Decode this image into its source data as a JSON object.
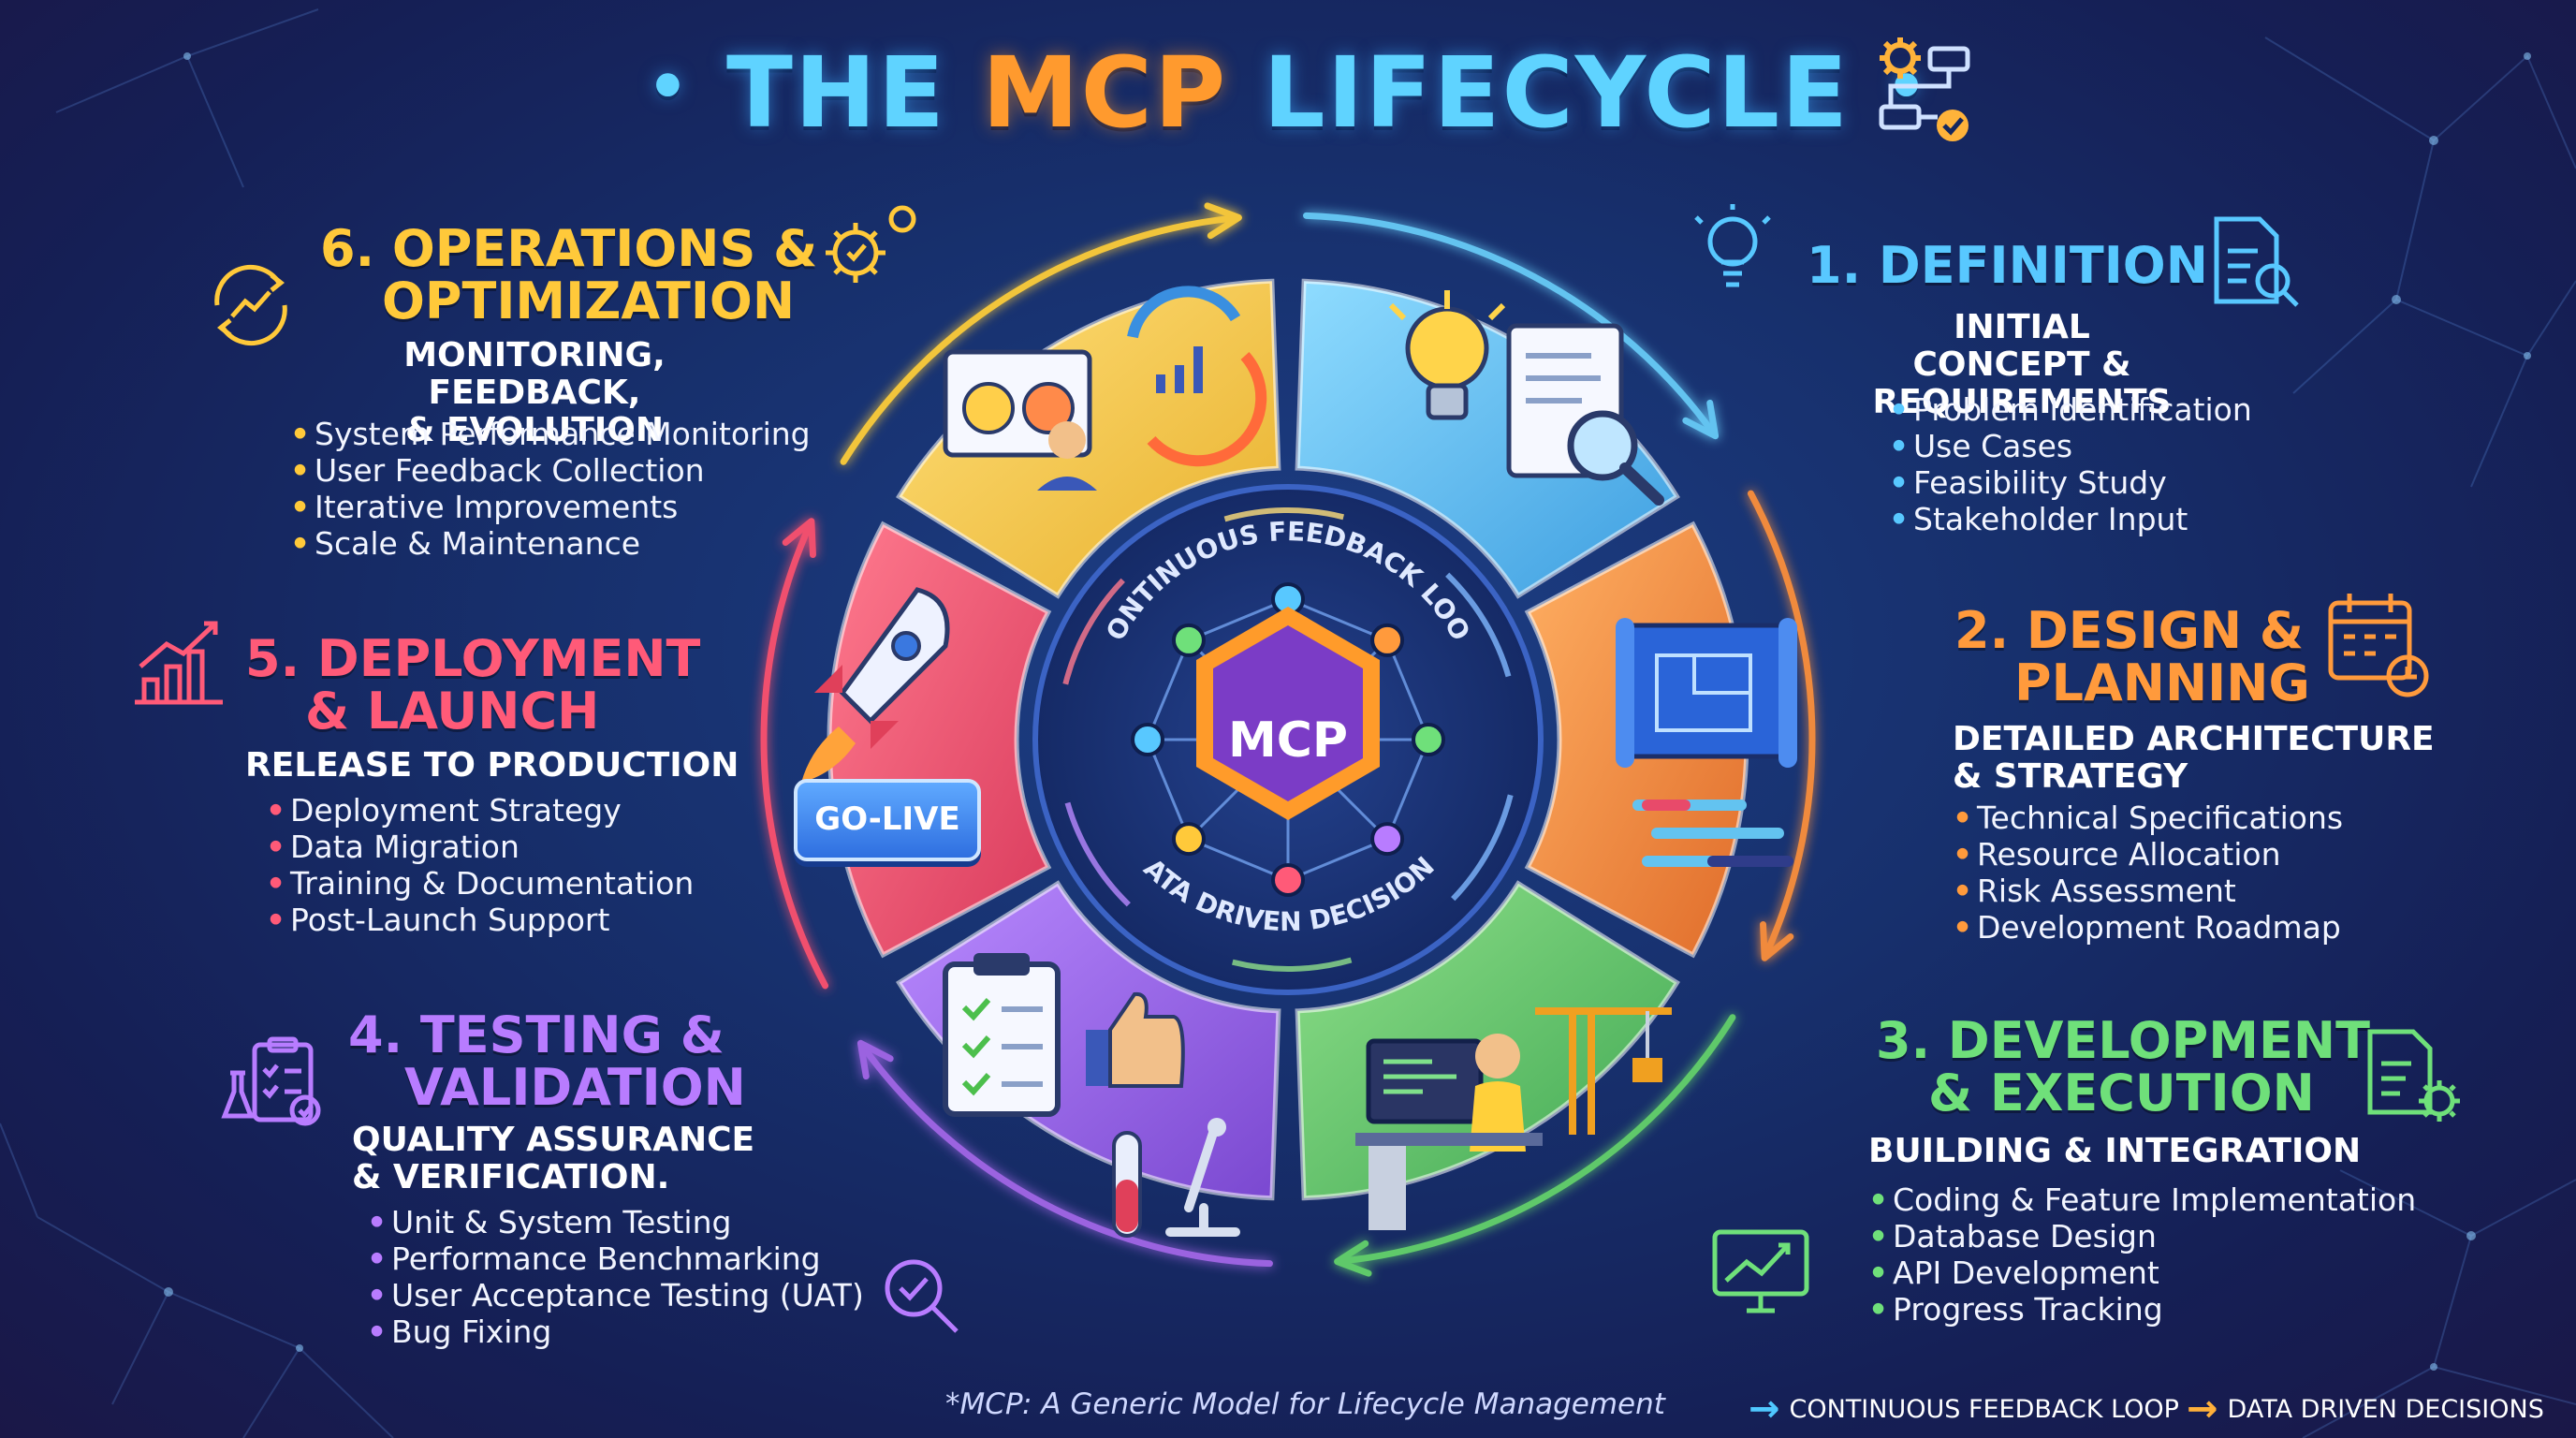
{
  "title": {
    "prefix": "THE ",
    "accent": "MCP",
    "suffix": " LIFECYCLE",
    "dot": "•"
  },
  "center": {
    "label": "MCP",
    "ring_top": "CONTINUOUS FEEDBACK LOOP",
    "ring_bottom": "DATA DRIVEN DECISIONS"
  },
  "golive": "GO-LIVE",
  "colors": {
    "definition": "#63c3f0",
    "design": "#f08a3c",
    "development": "#5fc96a",
    "testing": "#9b63e0",
    "deployment": "#f0506e",
    "operations": "#f2c53a",
    "title_cyan": "#5fd3ff",
    "title_orange": "#ff9a2e"
  },
  "stages": [
    {
      "id": "definition",
      "title": "1. DEFINITION",
      "title_color": "#58c8ff",
      "subtitle_lines": [
        "INITIAL CONCEPT &",
        "REQUIREMENTS"
      ],
      "bullet_color": "#58c8ff",
      "bullets": [
        "Problem Identification",
        "Use Cases",
        "Feasibility Study",
        "Stakeholder Input"
      ],
      "icon": "lightbulb-icon"
    },
    {
      "id": "design",
      "title_lines": [
        "2. DESIGN &",
        "PLANNING"
      ],
      "title_color": "#ff9a3c",
      "subtitle_lines": [
        "DETAILED ARCHITECTURE",
        "& STRATEGY"
      ],
      "bullet_color": "#ff9a3c",
      "bullets": [
        "Technical Specifications",
        "Resource Allocation",
        "Risk Assessment",
        "Development Roadmap"
      ],
      "icon": "calendar-icon"
    },
    {
      "id": "development",
      "title_lines": [
        "3. DEVELOPMENT",
        "& EXECUTION"
      ],
      "title_color": "#6fe07a",
      "subtitle_lines": [
        "BUILDING & INTEGRATION"
      ],
      "bullet_color": "#6fe07a",
      "bullets": [
        "Coding & Feature Implementation",
        "Database Design",
        "API Development",
        "Progress Tracking"
      ],
      "icon": "document-gear-icon"
    },
    {
      "id": "testing",
      "title_lines": [
        "4. TESTING &",
        "VALIDATION"
      ],
      "title_color": "#b87cff",
      "subtitle_lines": [
        "QUALITY ASSURANCE",
        "& VERIFICATION."
      ],
      "bullet_color": "#b87cff",
      "bullets": [
        "Unit & System Testing",
        "Performance Benchmarking",
        "User Acceptance Testing (UAT)",
        "Bug Fixing"
      ],
      "icon": "checklist-icon"
    },
    {
      "id": "deployment",
      "title_lines": [
        "5. DEPLOYMENT",
        "& LAUNCH"
      ],
      "title_color": "#ff5a78",
      "subtitle_lines": [
        "RELEASE TO PRODUCTION"
      ],
      "bullet_color": "#ff5a78",
      "bullets": [
        "Deployment Strategy",
        "Data Migration",
        "Training & Documentation",
        "Post-Launch Support"
      ],
      "icon": "growth-chart-icon"
    },
    {
      "id": "operations",
      "title_lines": [
        "6. OPERATIONS &",
        "OPTIMIZATION"
      ],
      "title_color": "#ffc93a",
      "subtitle_lines": [
        "MONITORING, FEEDBACK,",
        "& EVOLUTION"
      ],
      "bullet_color": "#ffc93a",
      "bullets": [
        "System Performance Monitoring",
        "User Feedback Collection",
        "Iterative Improvements",
        "Scale & Maintenance"
      ],
      "icon": "cycle-chart-icon"
    }
  ],
  "footnote": "*MCP: A Generic Model for Lifecycle Management",
  "legend": [
    {
      "label": "CONTINUOUS FEEDBACK LOOP",
      "color": "#4fc8ff",
      "arrow": "→"
    },
    {
      "label": "DATA DRIVEN DECISIONS",
      "color": "#ffb03a",
      "arrow": "→"
    }
  ]
}
